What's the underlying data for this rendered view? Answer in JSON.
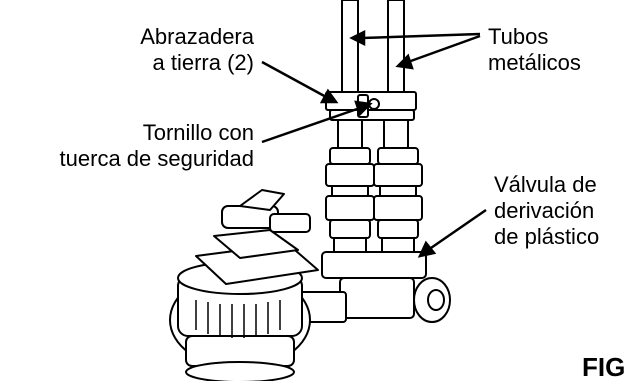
{
  "labels": {
    "clamp_line1": "Abrazadera",
    "clamp_line2": "a tierra (2)",
    "screw_line1": "Tornillo con",
    "screw_line2": "tuerca de seguridad",
    "pipes_line1": "Tubos",
    "pipes_line2": "metálicos",
    "valve_line1": "Válvula de",
    "valve_line2": "derivación",
    "valve_line3": "de plástico"
  },
  "figure_label": "FIG"
}
